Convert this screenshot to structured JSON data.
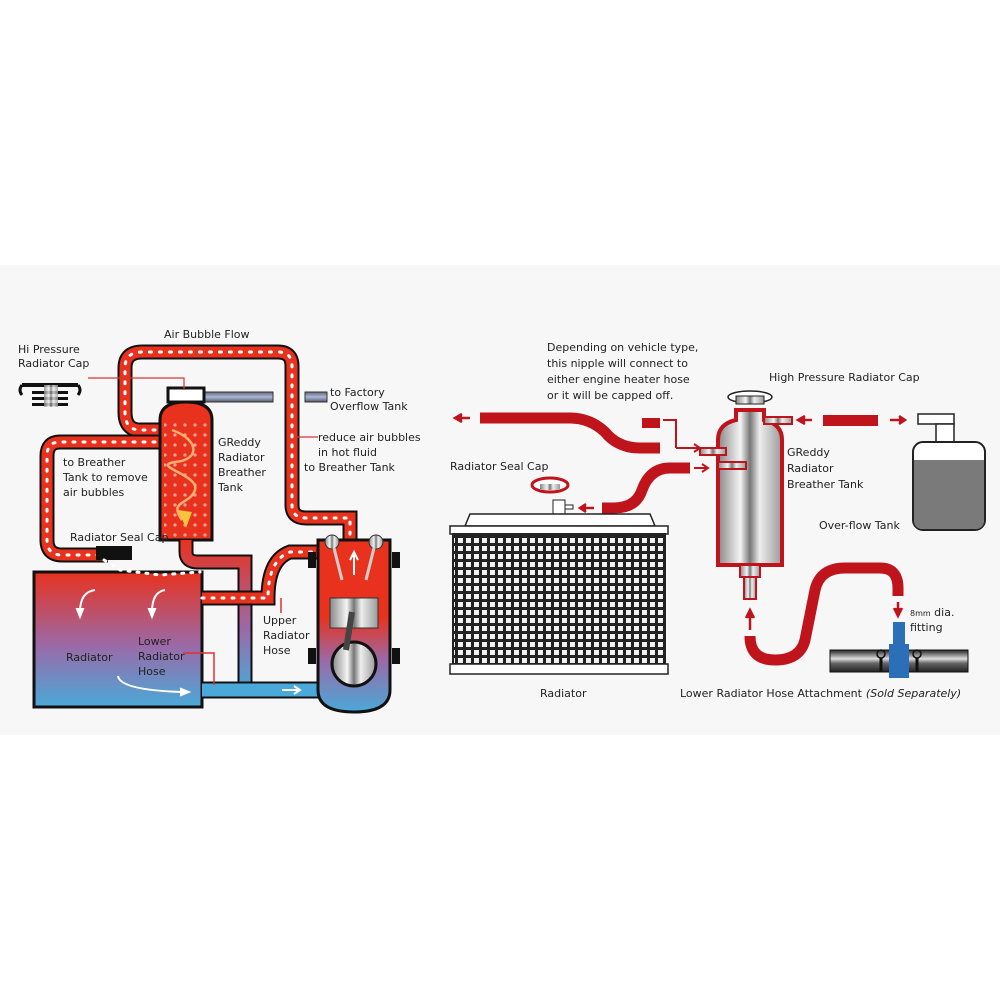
{
  "left_diagram": {
    "title": "Air Bubble Flow",
    "labels": {
      "hi_pressure_cap": [
        "Hi Pressure",
        "Radiator Cap"
      ],
      "factory_overflow": [
        "to Factory",
        "Overflow Tank"
      ],
      "breather_tank": [
        "GReddy",
        "Radiator",
        "Breather",
        "Tank"
      ],
      "reduce_bubbles": [
        "reduce air bubbles",
        "in hot fluid",
        "to Breather Tank"
      ],
      "to_breather": [
        "to Breather",
        "Tank to remove",
        "air bubbles"
      ],
      "seal_cap": "Radiator Seal Cap",
      "radiator": "Radiator",
      "lower_hose": [
        "Lower",
        "Radiator",
        "Hose"
      ],
      "upper_hose": [
        "Upper",
        "Radiator",
        "Hose"
      ]
    }
  },
  "right_diagram": {
    "labels": {
      "nipple_note": [
        "Depending on vehicle type,",
        "this nipple will connect to",
        "either engine heater hose",
        "or it will be capped off."
      ],
      "high_pressure_cap": "High Pressure Radiator Cap",
      "breather_tank": [
        "GReddy",
        "Radiator",
        "Breather Tank"
      ],
      "seal_cap": "Radiator Seal Cap",
      "overflow_tank": "Over-flow Tank",
      "radiator": "Radiator",
      "fitting_size": "8mm",
      "fitting_rest": " dia.",
      "fitting_word": "fitting",
      "lower_hose_attachment": "Lower Radiator Hose Attachment",
      "sold_separately": "(Sold Separately)"
    }
  },
  "colors": {
    "hot": "#e8321e",
    "cold": "#4aa9d8",
    "hose_red": "#c0141c",
    "fitting_blue": "#2a6fb8",
    "panel_bg": "#f7f7f7"
  }
}
